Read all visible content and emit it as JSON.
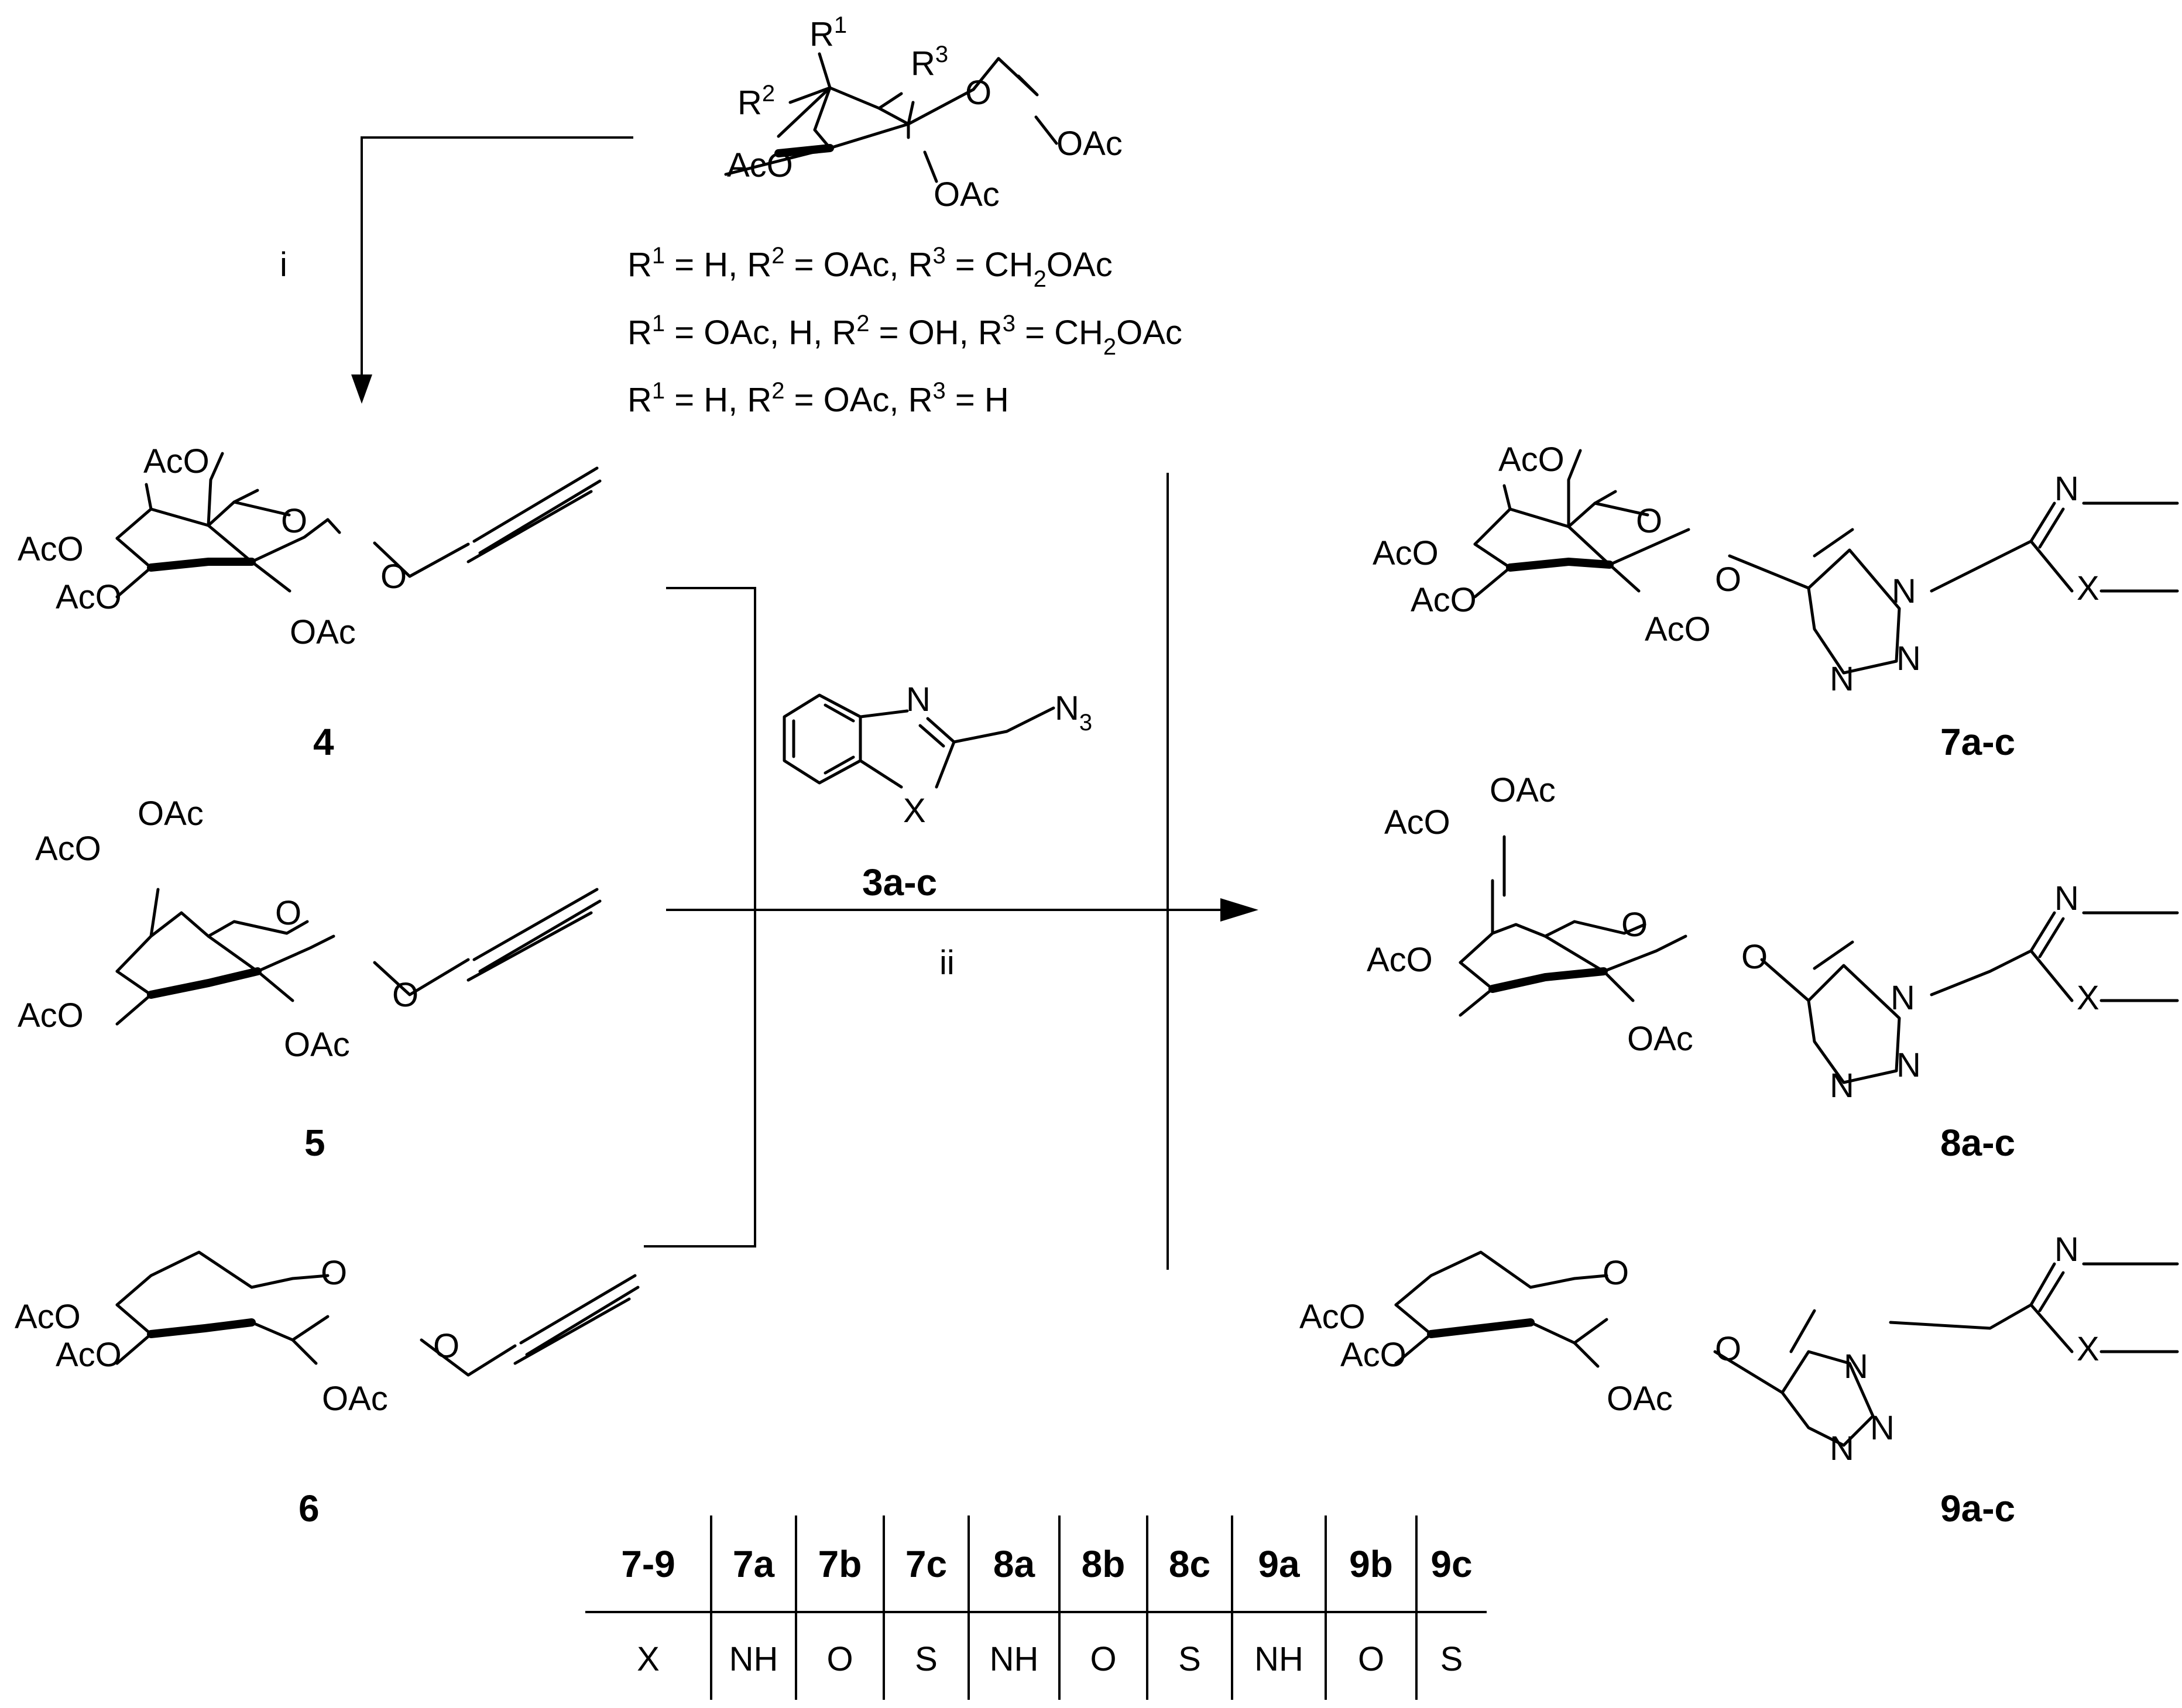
{
  "start_material": {
    "labels": {
      "r1": "R",
      "r1_sup": "1",
      "r2": "R",
      "r2_sup": "2",
      "r3": "R",
      "r3_sup": "3",
      "ring_o": "O",
      "oac_a1": "OAc",
      "oac_a2": "OAc",
      "aco_a3": "AcO"
    },
    "subst_lines": [
      [
        "R",
        "1",
        " = H, R",
        "2",
        " = OAc, R",
        "3",
        " = CH",
        "2",
        "OAc"
      ],
      [
        "R",
        "1",
        " = OAc, H, R",
        "2",
        " = OH, R",
        "3",
        " = CH",
        "2",
        "OAc"
      ],
      [
        "R",
        "1",
        " = H, R",
        "2",
        " = OAc, R",
        "3",
        " = H"
      ]
    ]
  },
  "conditions": {
    "step1": "i",
    "step2": "ii"
  },
  "reagent": {
    "label": "3a-c",
    "n": "N",
    "x": "X",
    "n3": "N",
    "n3_sub": "3"
  },
  "compounds": {
    "c4": {
      "number": "4",
      "aco_6": "AcO",
      "aco_4": "AcO",
      "aco_3": "AcO",
      "oac_2": "OAc",
      "ring_o": "O",
      "o_link": "O"
    },
    "c5": {
      "number": "5",
      "oac_6": "OAc",
      "aco_4": "AcO",
      "aco_3": "AcO",
      "oac_2": "OAc",
      "ring_o": "O",
      "o_link": "O"
    },
    "c6": {
      "number": "6",
      "aco_4": "AcO",
      "aco_3": "AcO",
      "oac_2": "OAc",
      "ring_o": "O",
      "o_link": "O"
    },
    "c7": {
      "number": "7a-c",
      "aco_6": "AcO",
      "aco_4": "AcO",
      "aco_3": "AcO",
      "aco_2": "AcO",
      "ring_o": "O",
      "o_link": "O",
      "n1": "N",
      "n2": "N",
      "n3": "N",
      "het_n": "N",
      "het_x": "X"
    },
    "c8": {
      "number": "8a-c",
      "oac_6": "OAc",
      "aco_4": "AcO",
      "aco_3": "AcO",
      "oac_2": "OAc",
      "ring_o": "O",
      "o_link": "O",
      "n1": "N",
      "n2": "N",
      "n3": "N",
      "het_n": "N",
      "het_x": "X"
    },
    "c9": {
      "number": "9a-c",
      "aco_4": "AcO",
      "aco_3": "AcO",
      "oac_2": "OAc",
      "ring_o": "O",
      "o_link": "O",
      "n1": "N",
      "n2": "N",
      "n3": "N",
      "het_n": "N",
      "het_x": "X"
    }
  },
  "table": {
    "header": [
      "7-9",
      "7a",
      "7b",
      "7c",
      "8a",
      "8b",
      "8c",
      "9a",
      "9b",
      "9c"
    ],
    "row": [
      "X",
      "NH",
      "O",
      "S",
      "NH",
      "O",
      "S",
      "NH",
      "O",
      "S"
    ]
  }
}
